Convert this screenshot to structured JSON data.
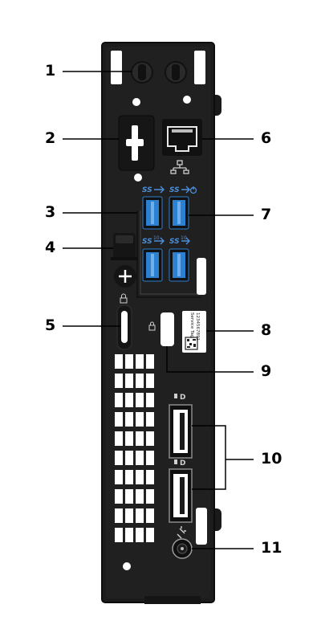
{
  "callouts": {
    "c1": "1",
    "c2": "2",
    "c3": "3",
    "c4": "4",
    "c5": "5",
    "c6": "6",
    "c7": "7",
    "c8": "8",
    "c9": "9",
    "c10": "10",
    "c11": "11"
  },
  "port_marks": {
    "usb_ss": "SS",
    "usb_ss10": "10",
    "displayport": "D",
    "service_tag_title": "Service Tag",
    "service_tag_code": "1234567891"
  },
  "colors": {
    "chassis": "#1c1c1c",
    "chassis_edge": "#0d0d0d",
    "usb_blue": "#2d7fd0",
    "callout_line": "#000000"
  }
}
